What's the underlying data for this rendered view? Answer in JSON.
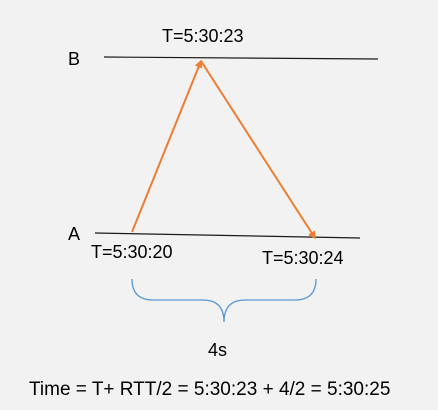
{
  "diagram": {
    "node_b": "B",
    "node_a": "A",
    "server_time": "T=5:30:23",
    "send_time": "T=5:30:20",
    "receive_time": "T=5:30:24",
    "round_trip_duration": "4s",
    "formula": "Time = T+ RTT/2 = 5:30:23 + 4/2 = 5:30:25"
  },
  "colors": {
    "background": "#f2f2f2",
    "timeline": "#1a1a1a",
    "message_arrow": "#ed7d31",
    "brace": "#5b9bd5",
    "text": "#000000"
  }
}
